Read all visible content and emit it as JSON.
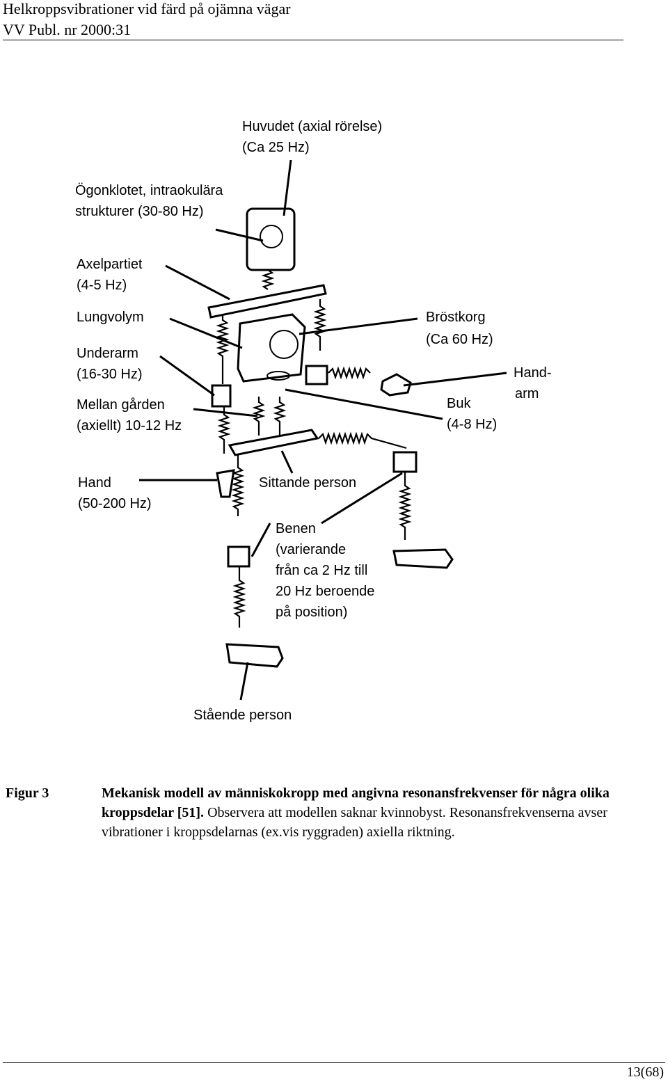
{
  "header": {
    "line1": "Helkroppsvibrationer vid färd på ojämna vägar",
    "line2": "VV Publ. nr 2000:31"
  },
  "figure": {
    "labels": {
      "head_1": "Huvudet (axial rörelse)",
      "head_2": "(Ca 25 Hz)",
      "eye_1": "Ögonklotet, intraokulära",
      "eye_2": "strukturer (30-80 Hz)",
      "shoulder_1": "Axelpartiet",
      "shoulder_2": "(4-5 Hz)",
      "lung": "Lungvolym",
      "forearm_1": "Underarm",
      "forearm_2": "(16-30 Hz)",
      "diaphragm_1": "Mellan gården",
      "diaphragm_2": "(axiellt) 10-12 Hz",
      "chest_1": "Bröstkorg",
      "chest_2": "(Ca 60 Hz)",
      "handarm_1": "Hand-",
      "handarm_2": "arm",
      "abdomen_1": "Buk",
      "abdomen_2": "(4-8 Hz)",
      "hand_1": "Hand",
      "hand_2": "(50-200 Hz)",
      "seated": "Sittande person",
      "legs_1": "Benen",
      "legs_2": "(varierande",
      "legs_3": "från ca 2 Hz till",
      "legs_4": "20 Hz beroende",
      "legs_5": "på position)",
      "standing": "Stående person"
    }
  },
  "caption": {
    "figure_label": "Figur 3",
    "bold_text": "Mekanisk modell av människokropp med angivna resonansfrekvenser för några olika kroppsdelar [51].",
    "normal_text": " Observera att modellen saknar kvinnobyst. Resonansfrekvenserna avser vibrationer i kroppsdelarnas (ex.vis ryggraden) axiella riktning."
  },
  "footer": {
    "page": "13(68)"
  }
}
